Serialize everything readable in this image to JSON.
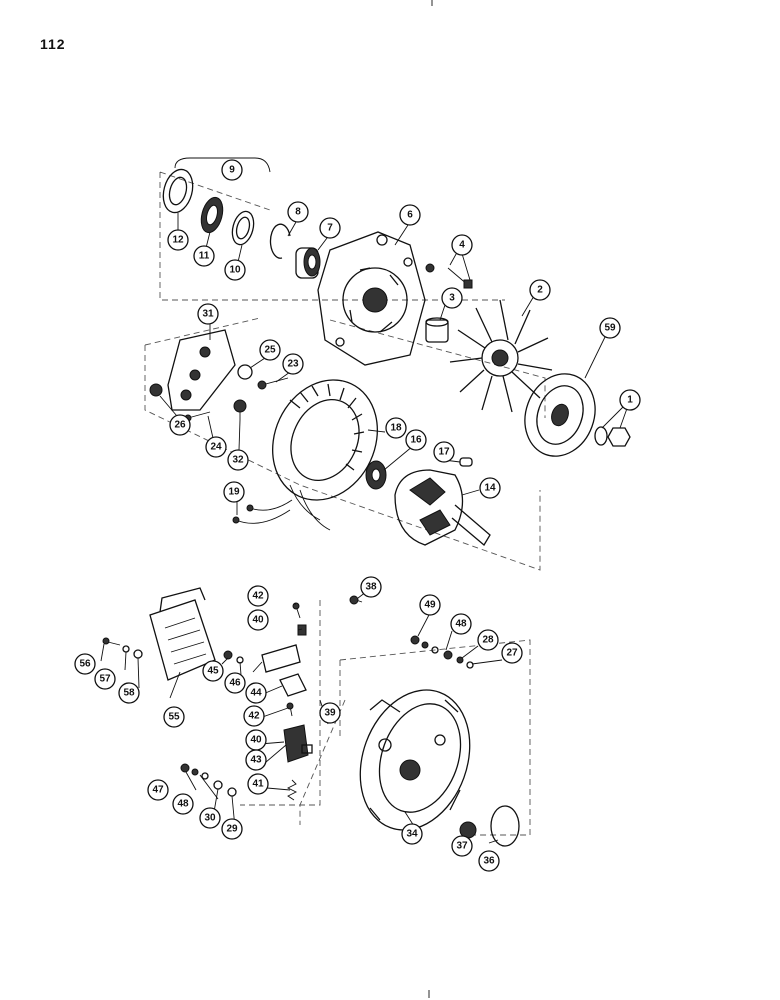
{
  "page": {
    "number": "112"
  },
  "callouts": [
    {
      "id": "c1",
      "label": "1"
    },
    {
      "id": "c2",
      "label": "2"
    },
    {
      "id": "c3",
      "label": "3"
    },
    {
      "id": "c4",
      "label": "4"
    },
    {
      "id": "c6",
      "label": "6"
    },
    {
      "id": "c7",
      "label": "7"
    },
    {
      "id": "c8",
      "label": "8"
    },
    {
      "id": "c9",
      "label": "9"
    },
    {
      "id": "c10",
      "label": "10"
    },
    {
      "id": "c11",
      "label": "11"
    },
    {
      "id": "c12",
      "label": "12"
    },
    {
      "id": "c14",
      "label": "14"
    },
    {
      "id": "c16",
      "label": "16"
    },
    {
      "id": "c17",
      "label": "17"
    },
    {
      "id": "c18",
      "label": "18"
    },
    {
      "id": "c19",
      "label": "19"
    },
    {
      "id": "c23",
      "label": "23"
    },
    {
      "id": "c24",
      "label": "24"
    },
    {
      "id": "c25",
      "label": "25"
    },
    {
      "id": "c26",
      "label": "26"
    },
    {
      "id": "c27",
      "label": "27"
    },
    {
      "id": "c28",
      "label": "28"
    },
    {
      "id": "c29",
      "label": "29"
    },
    {
      "id": "c30",
      "label": "30"
    },
    {
      "id": "c31",
      "label": "31"
    },
    {
      "id": "c32",
      "label": "32"
    },
    {
      "id": "c34",
      "label": "34"
    },
    {
      "id": "c36",
      "label": "36"
    },
    {
      "id": "c37",
      "label": "37"
    },
    {
      "id": "c38",
      "label": "38"
    },
    {
      "id": "c39",
      "label": "39"
    },
    {
      "id": "c40a",
      "label": "40"
    },
    {
      "id": "c40b",
      "label": "40"
    },
    {
      "id": "c41",
      "label": "41"
    },
    {
      "id": "c42a",
      "label": "42"
    },
    {
      "id": "c42b",
      "label": "42"
    },
    {
      "id": "c43",
      "label": "43"
    },
    {
      "id": "c44",
      "label": "44"
    },
    {
      "id": "c45",
      "label": "45"
    },
    {
      "id": "c46",
      "label": "46"
    },
    {
      "id": "c47",
      "label": "47"
    },
    {
      "id": "c48a",
      "label": "48"
    },
    {
      "id": "c48b",
      "label": "48"
    },
    {
      "id": "c49",
      "label": "49"
    },
    {
      "id": "c55",
      "label": "55"
    },
    {
      "id": "c56",
      "label": "56"
    },
    {
      "id": "c57",
      "label": "57"
    },
    {
      "id": "c58",
      "label": "58"
    },
    {
      "id": "c59",
      "label": "59"
    }
  ]
}
